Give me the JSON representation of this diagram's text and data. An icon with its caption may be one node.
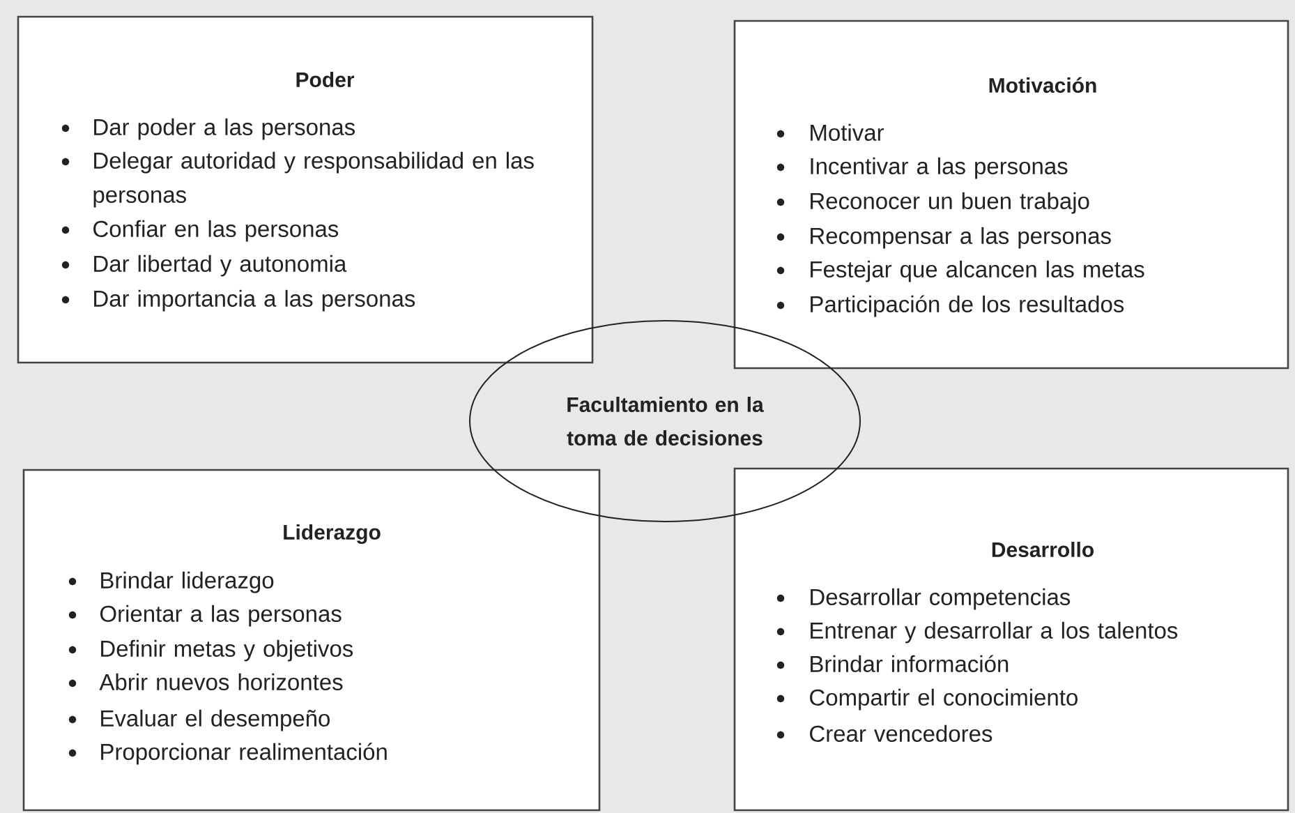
{
  "diagram": {
    "nodes": [
      {
        "text": [
          "Poder",
          "Dar poder a las personas",
          "Delegar autoridad y responsabilidad en las personas",
          "Confiar en las personas",
          "Dar libertad y autonomia",
          "Dar importancia a las personas"
        ]
      },
      {
        "text": [
          "Motivación",
          "Motivar",
          "Incentivar a las personas",
          "Reconocer un buen trabajo",
          "Recompensar a las personas",
          "Festejar que alcancen las metas",
          "Participación de los resultados"
        ]
      },
      {
        "text": [
          "Facultamiento en la toma de decisiones"
        ]
      },
      {
        "text": [
          "Liderazgo",
          "Brindar liderazgo",
          "Orientar a las personas",
          "Definir metas y objetivos",
          "Abrir nuevos horizontes",
          "Evaluar el desempeño",
          "Proporcionar realimentación"
        ]
      },
      {
        "text": [
          "Desarrollo",
          "Desarrollar competencias",
          "Entrenar y desarrollar a los talentos",
          "Brindar información",
          "Compartir el conocimiento",
          "Crear vencedores"
        ]
      }
    ]
  }
}
